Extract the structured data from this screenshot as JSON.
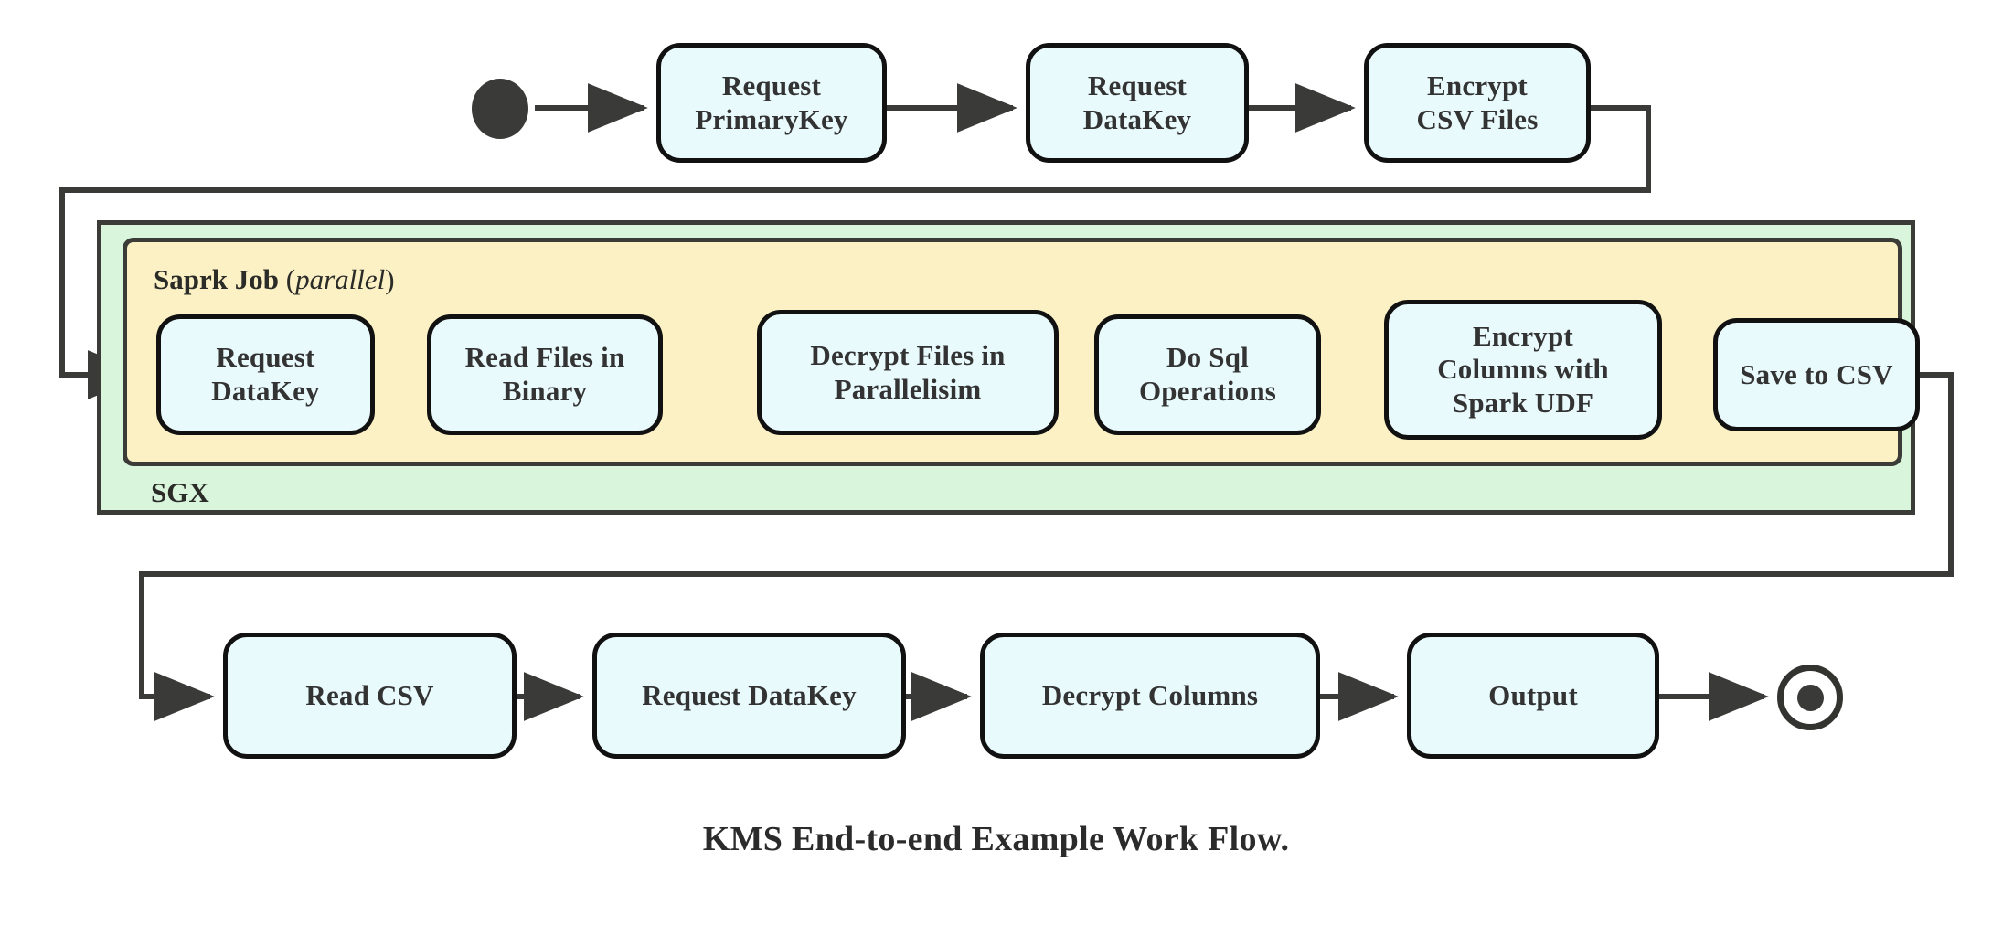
{
  "diagram": {
    "caption": "KMS End-to-end Example Work Flow.",
    "colors": {
      "node_fill": "#e9fafd",
      "node_stroke": "#111111",
      "sgx_fill": "#d9f6dd",
      "spark_fill": "#fbf1c4",
      "container_stroke": "#3b3b38",
      "wire": "#3a3a38",
      "text": "#333333",
      "background": "#ffffff"
    },
    "start_node": {
      "name": "start",
      "shape": "filled-circle"
    },
    "end_node": {
      "name": "end",
      "shape": "bullseye-circle"
    },
    "containers": [
      {
        "id": "sgx",
        "label": "SGX",
        "label_position": "bottom-left",
        "fill": "#d9f6dd"
      },
      {
        "id": "spark-job",
        "label_bold": "Saprk Job",
        "label_paren_open": " (",
        "label_italic": "parallel",
        "label_paren_close": ")",
        "label_position": "top-left",
        "fill": "#fbf1c4"
      }
    ],
    "rows": {
      "top": [
        {
          "id": "request-primarykey",
          "label": "Request\nPrimaryKey"
        },
        {
          "id": "request-datakey-top",
          "label": "Request\nDataKey"
        },
        {
          "id": "encrypt-csv-files",
          "label": "Encrypt\nCSV Files"
        }
      ],
      "middle": [
        {
          "id": "request-datakey-spark",
          "label": "Request\nDataKey"
        },
        {
          "id": "read-files-in-binary",
          "label": "Read Files in\nBinary"
        },
        {
          "id": "decrypt-files-in-parallelisim",
          "label": "Decrypt Files in\nParallelisim"
        },
        {
          "id": "do-sql-operations",
          "label": "Do Sql\nOperations"
        },
        {
          "id": "encrypt-columns-with-spark-udf",
          "label": "Encrypt\nColumns with\nSpark UDF"
        },
        {
          "id": "save-to-csv",
          "label": "Save to CSV"
        }
      ],
      "bottom": [
        {
          "id": "read-csv",
          "label": "Read CSV"
        },
        {
          "id": "request-datakey-bottom",
          "label": "Request DataKey"
        },
        {
          "id": "decrypt-columns",
          "label": "Decrypt Columns"
        },
        {
          "id": "output",
          "label": "Output"
        }
      ]
    }
  }
}
